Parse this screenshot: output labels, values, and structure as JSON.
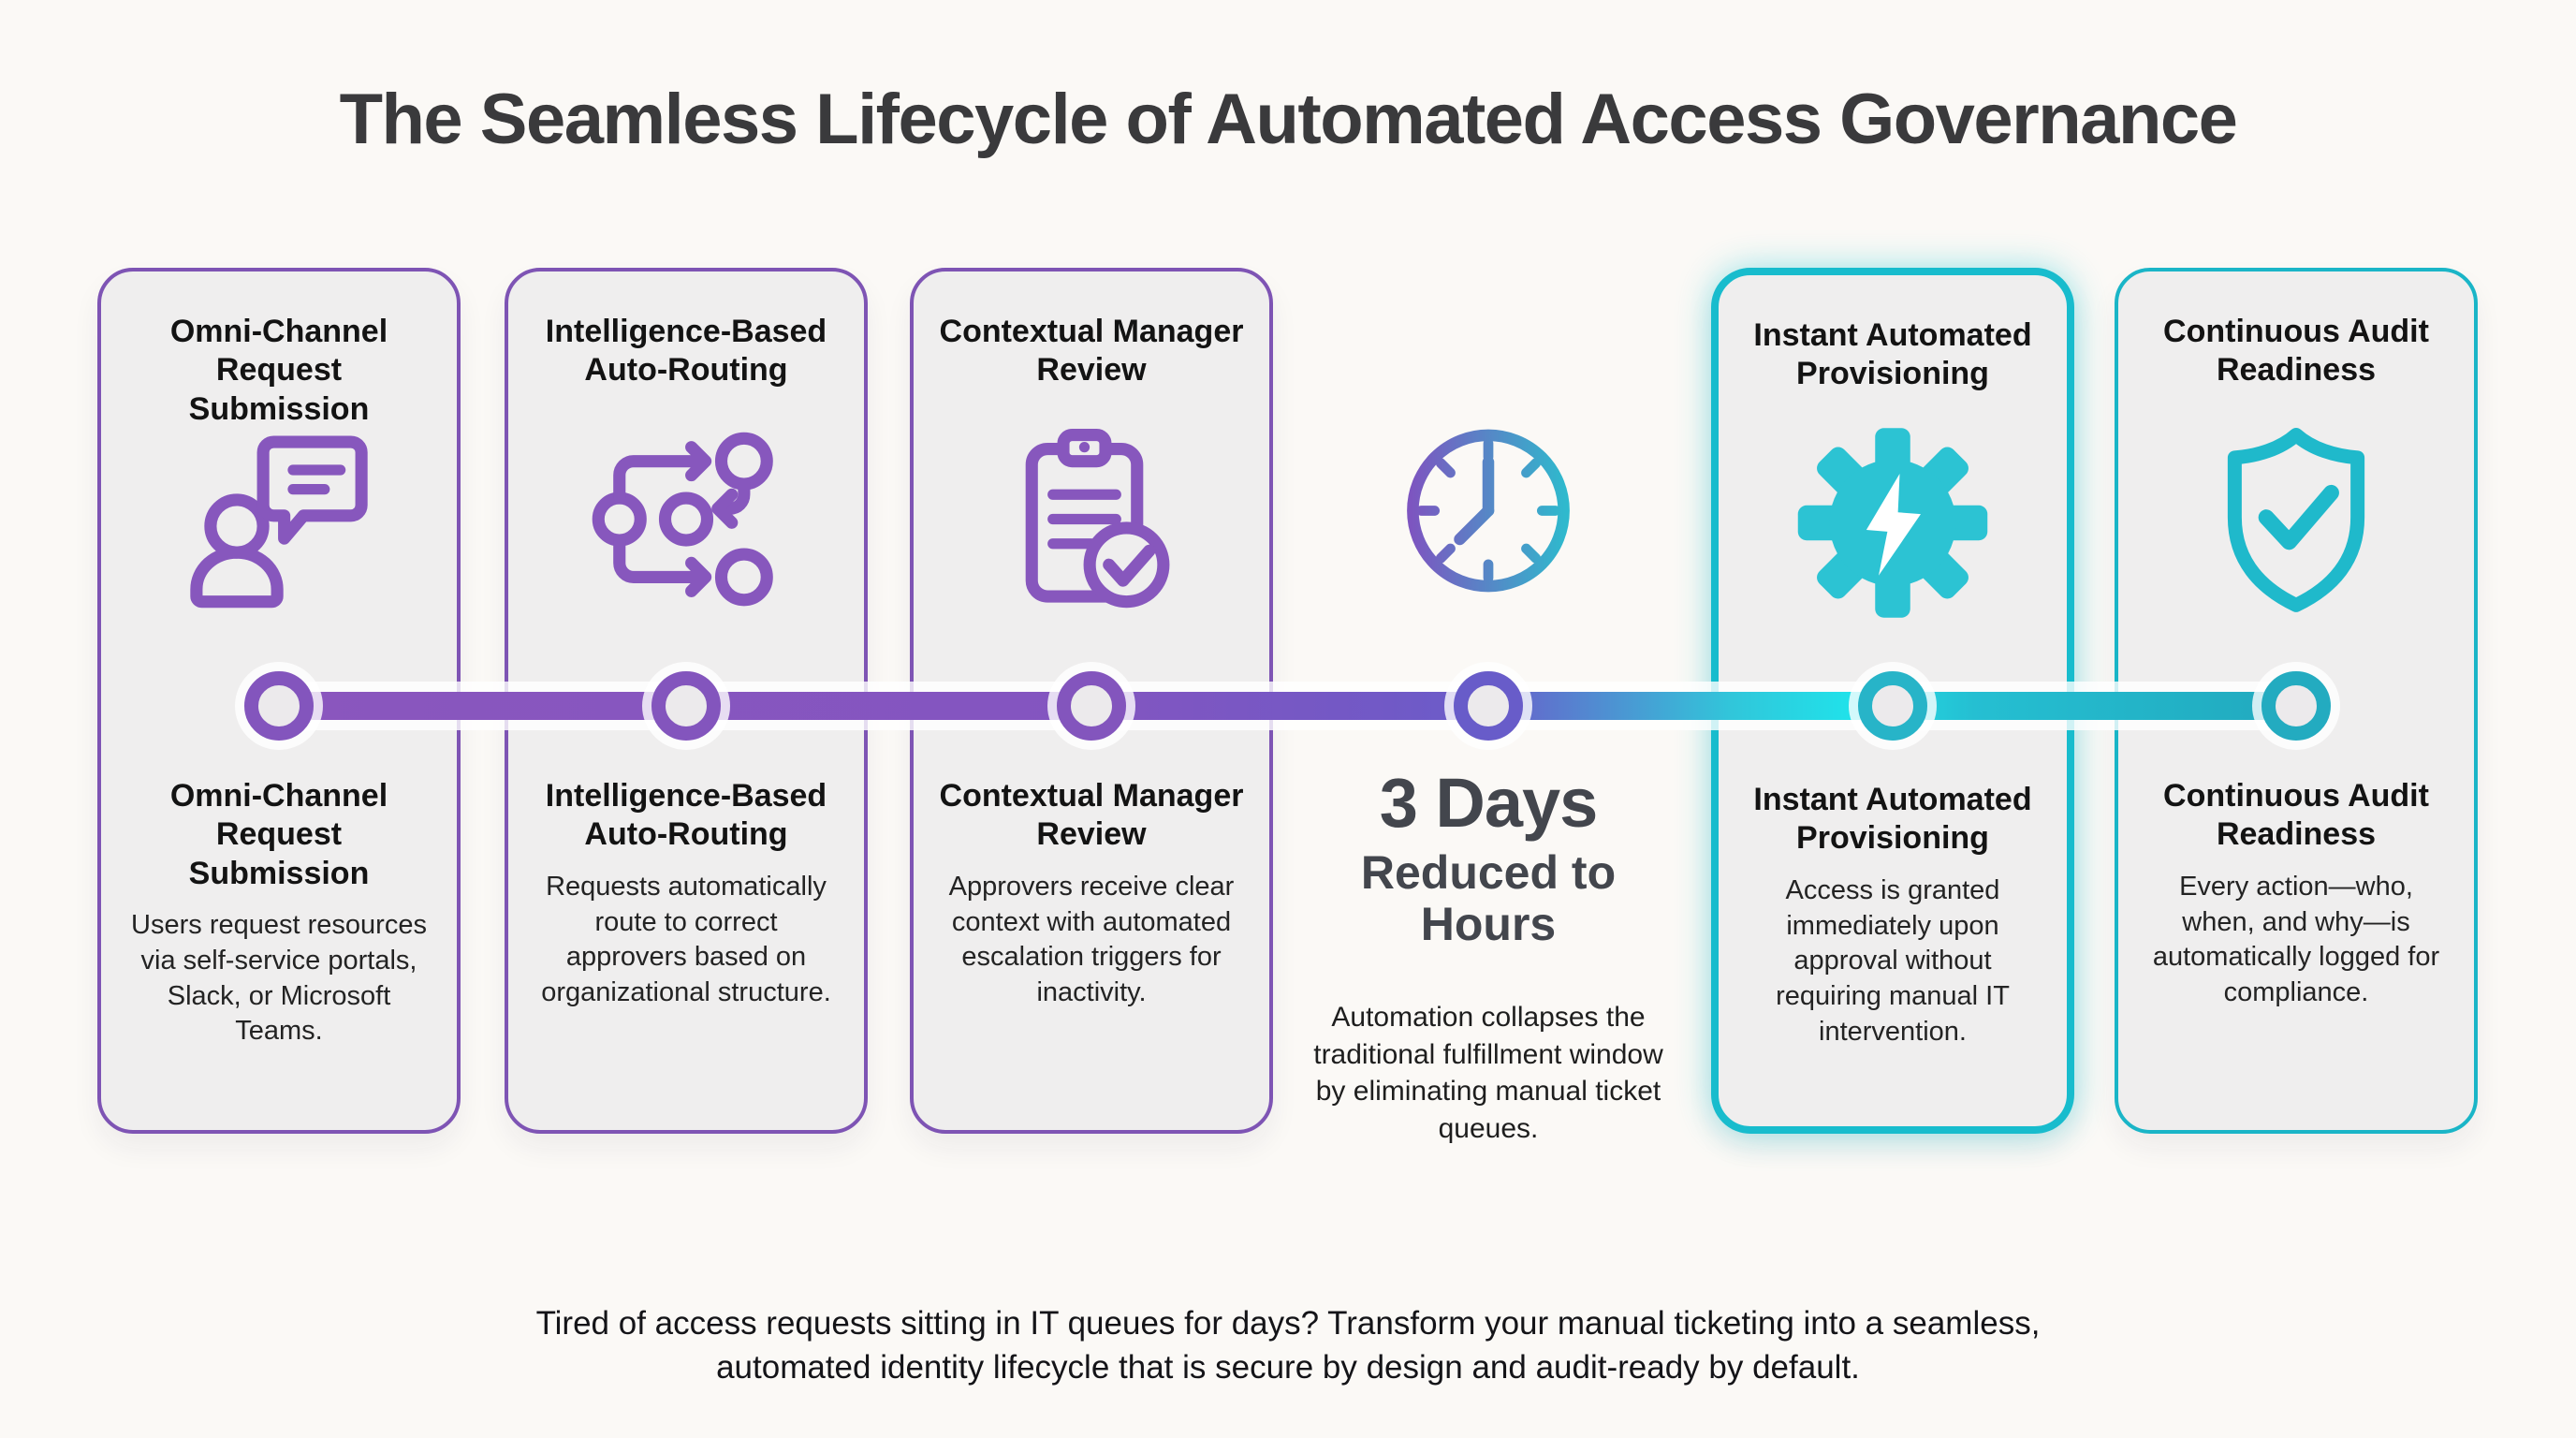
{
  "page": {
    "title": "The Seamless Lifecycle of Automated Access Governance",
    "footer": "Tired of access requests sitting in IT queues for days? Transform your manual ticketing into a seamless, automated identity lifecycle that is secure by design and audit-ready by default."
  },
  "colors": {
    "page_bg": "#fbf9f6",
    "card_bg": "#efeeee",
    "purple_accent": "#8355bd",
    "indigo_transition": "#685cc9",
    "teal_accent": "#1fb9cb",
    "bright_cyan": "#20e2ea",
    "title_text": "#3a3a3c",
    "heading_text": "#131313",
    "body_text": "#232323",
    "stat_text": "#43464d"
  },
  "steps": [
    {
      "id": "omni-channel",
      "header": "Omni-Channel Request Submission",
      "title": "Omni-Channel Request Submission",
      "body": "Users request resources via self-service portals, Slack, or Microsoft Teams.",
      "icon": "person-chat-icon",
      "accent": "purple"
    },
    {
      "id": "auto-routing",
      "header": "Intelligence-Based Auto-Routing",
      "title": "Intelligence-Based Auto-Routing",
      "body": "Requests automatically route to correct approvers based on organizational structure.",
      "icon": "workflow-routing-icon",
      "accent": "purple"
    },
    {
      "id": "manager-review",
      "header": "Contextual Manager Review",
      "title": "Contextual Manager Review",
      "body": "Approvers receive clear context with automated escalation triggers for inactivity.",
      "icon": "clipboard-check-icon",
      "accent": "purple"
    },
    {
      "id": "provisioning",
      "header": "Instant Automated Provisioning",
      "title": "Instant Automated Provisioning",
      "body": "Access is granted immediately upon approval without requiring manual IT intervention.",
      "icon": "gear-lightning-icon",
      "accent": "teal",
      "highlight": true
    },
    {
      "id": "audit-readiness",
      "header": "Continuous Audit Readiness",
      "title": "Continuous Audit Readiness",
      "body": "Every action—who, when, and why—is automatically logged for compliance.",
      "icon": "shield-check-icon",
      "accent": "teal"
    }
  ],
  "milestone": {
    "icon": "clock-icon",
    "stat": "3 Days",
    "stat_sub": "Reduced to Hours",
    "body": "Automation collapses the traditional fulfillment window by eliminating manual ticket queues."
  },
  "timeline": {
    "nodes": 6,
    "gradient": [
      "#8a56be",
      "#685cc9",
      "#20e2ea",
      "#21a9be"
    ]
  }
}
